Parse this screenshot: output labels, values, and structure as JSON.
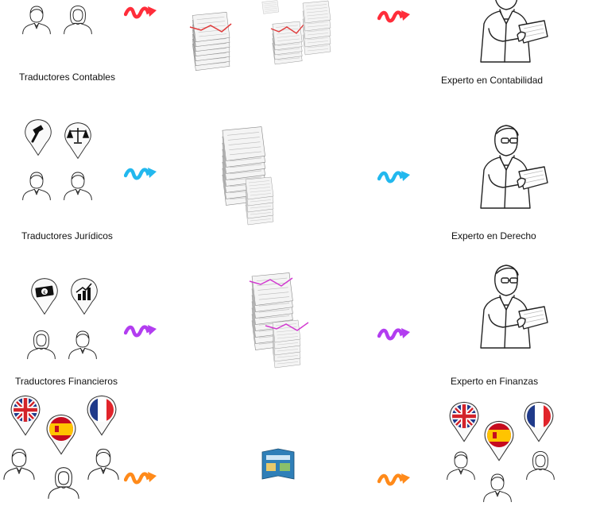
{
  "rows": [
    {
      "left_label": "Traductores Contables",
      "right_label": "Experto en Contabilidad",
      "arrow_color": "#ff2d3a",
      "doc_accent": "#e03a3a"
    },
    {
      "left_label": "Traductores Jurídicos",
      "right_label": "Experto en Derecho",
      "arrow_color": "#22b8ee",
      "doc_accent": "#555555"
    },
    {
      "left_label": "Traductores Financieros",
      "right_label": "Experto en Finanzas",
      "arrow_color": "#b23df0",
      "doc_accent": "#d23ad0"
    },
    {
      "arrow_color": "#ff8a1a"
    }
  ],
  "icons": {
    "person": "person-icon",
    "gavel": "gavel-icon",
    "scales": "scales-icon",
    "euro": "euro-banknote-icon",
    "growth": "growth-chart-icon",
    "uk_flag": "uk-flag-icon",
    "spain_flag": "spain-flag-icon",
    "france_flag": "france-flag-icon",
    "expert": "expert-reading-icon",
    "document_stack": "document-stack-icon",
    "brochure": "brochure-icon"
  }
}
